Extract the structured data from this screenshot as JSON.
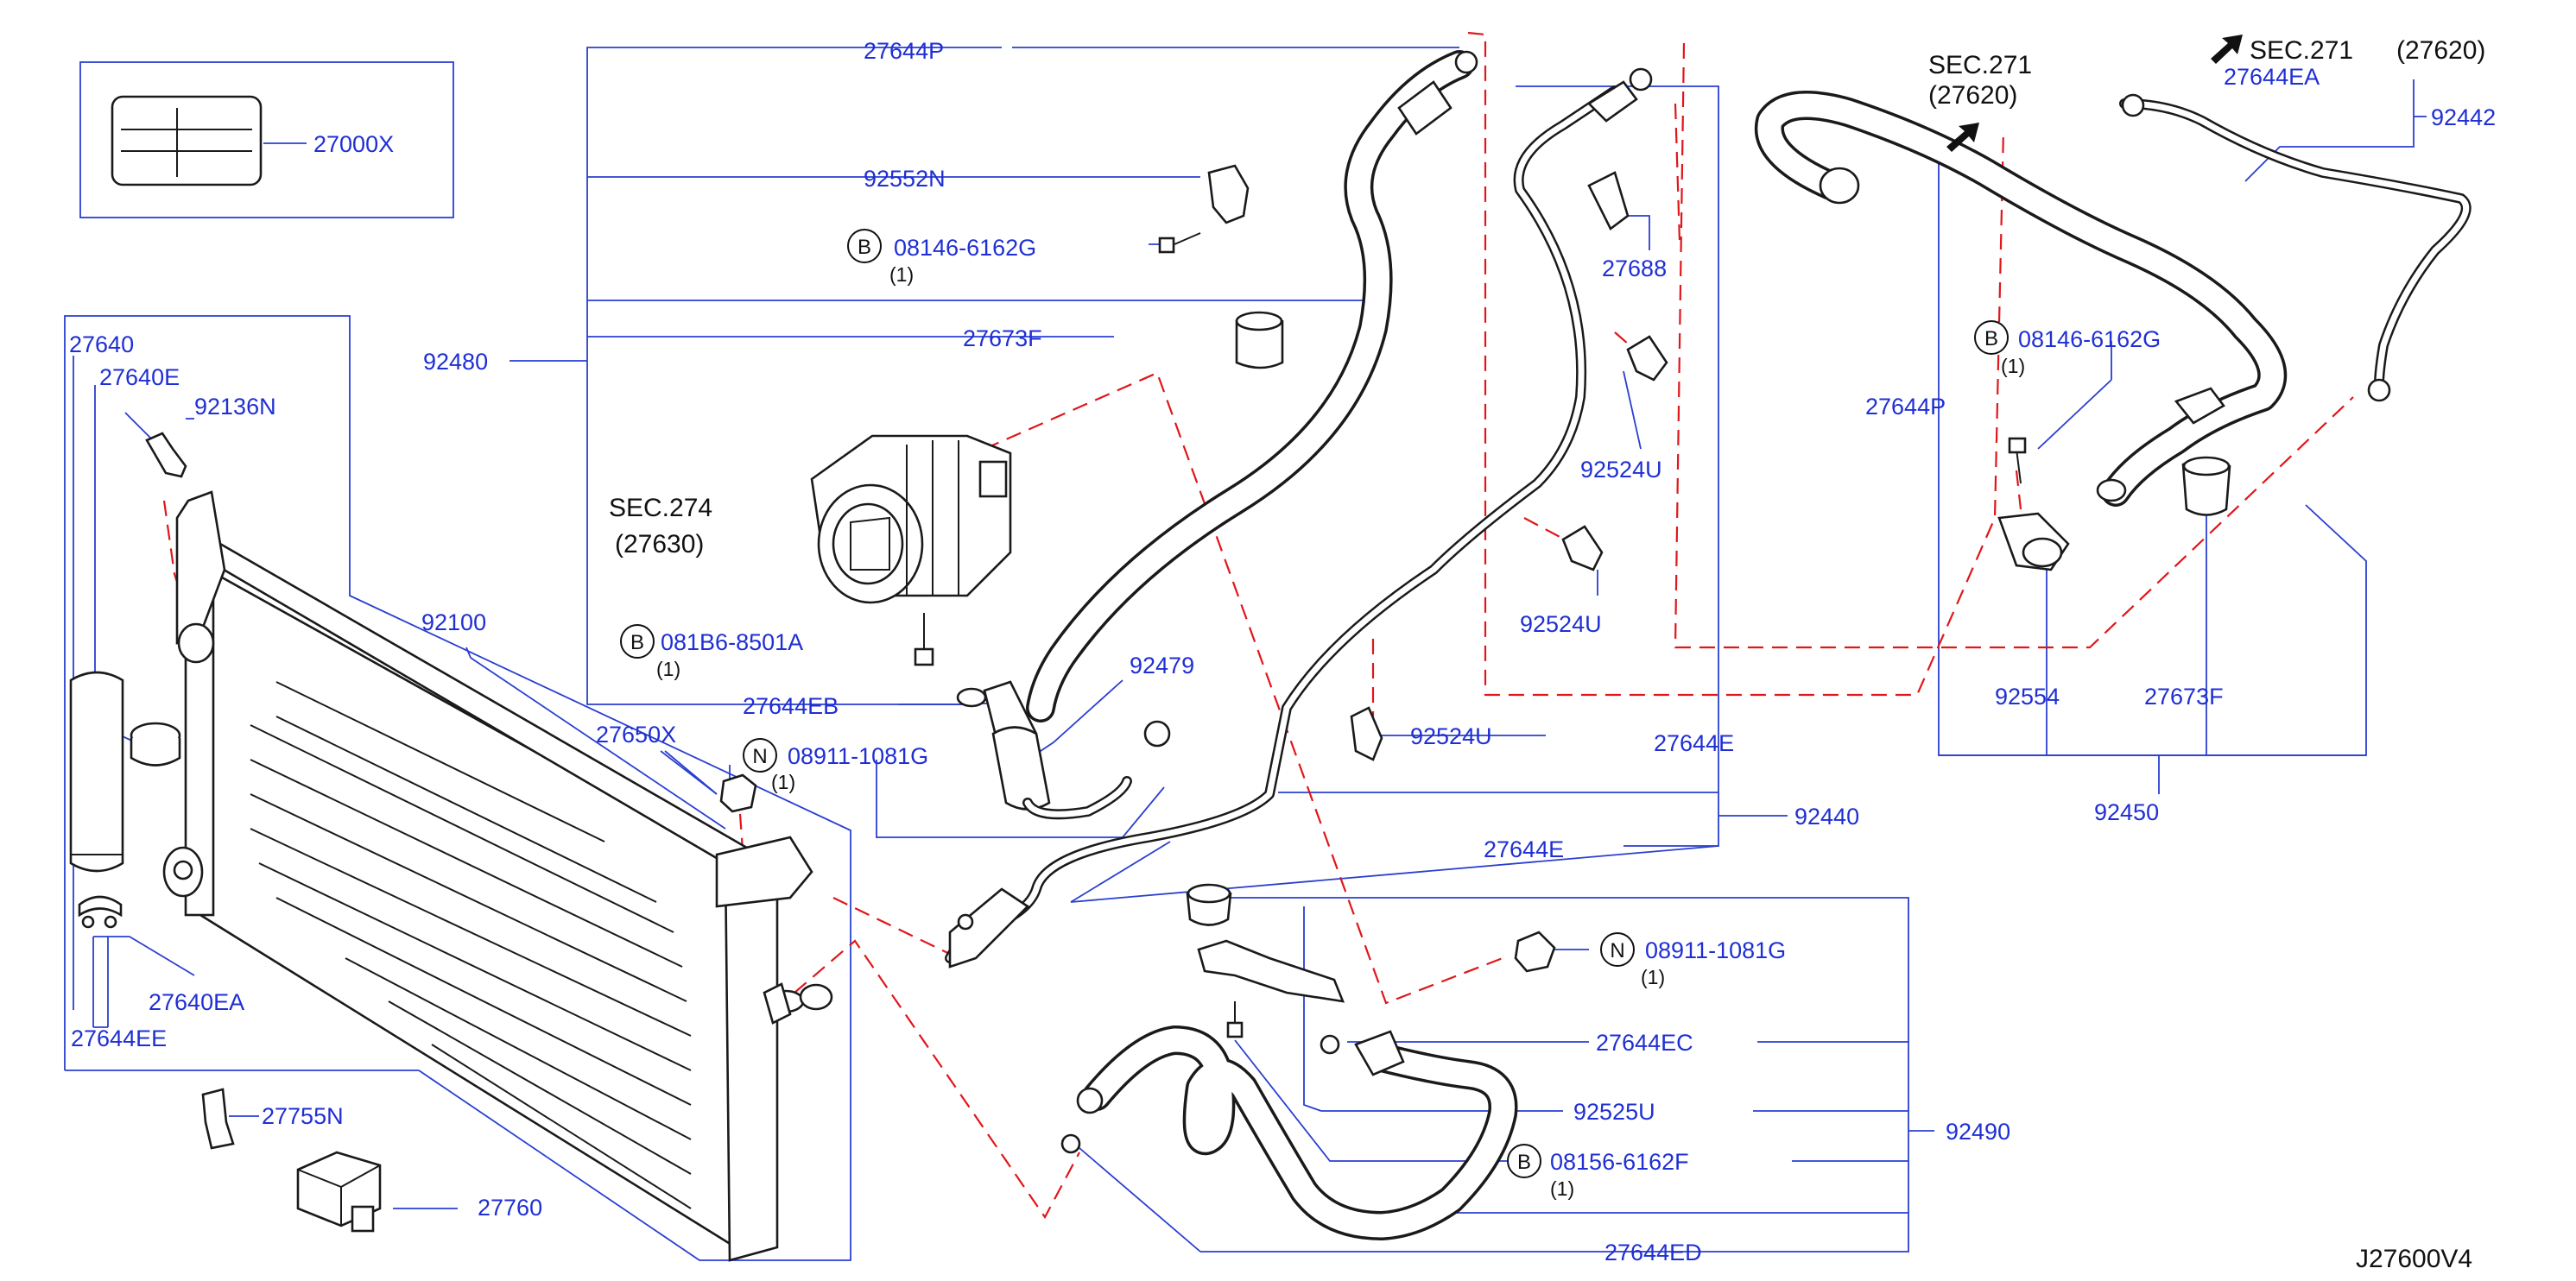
{
  "diagram_code": "J27600V4",
  "sections": {
    "compressor_ref": [
      "SEC.274",
      "(27630)"
    ],
    "sec271_a": [
      "SEC.271",
      "(27620)"
    ],
    "sec271_b": [
      "SEC.271",
      "(27620)"
    ]
  },
  "circle_markers": {
    "bolt": "B",
    "nut": "N"
  },
  "parts": [
    {
      "id": "p27000X",
      "label": "27000X"
    },
    {
      "id": "p27640",
      "label": "27640"
    },
    {
      "id": "p27640E",
      "label": "27640E"
    },
    {
      "id": "p92136N",
      "label": "92136N"
    },
    {
      "id": "p92100",
      "label": "92100"
    },
    {
      "id": "p27650X",
      "label": "27650X"
    },
    {
      "id": "p08911a",
      "label": "08911-1081G",
      "qty": "(1)"
    },
    {
      "id": "p27640EA",
      "label": "27640EA"
    },
    {
      "id": "p27644EE",
      "label": "27644EE"
    },
    {
      "id": "p27755N",
      "label": "27755N"
    },
    {
      "id": "p27760",
      "label": "27760"
    },
    {
      "id": "p27644P_top",
      "label": "27644P"
    },
    {
      "id": "p92552N",
      "label": "92552N"
    },
    {
      "id": "p08146a",
      "label": "08146-6162G",
      "qty": "(1)"
    },
    {
      "id": "p92480",
      "label": "92480"
    },
    {
      "id": "p27673F_top",
      "label": "27673F"
    },
    {
      "id": "p081B6",
      "label": "081B6-8501A",
      "qty": "(1)"
    },
    {
      "id": "p27644EB",
      "label": "27644EB"
    },
    {
      "id": "p92479",
      "label": "92479"
    },
    {
      "id": "p27688",
      "label": "27688"
    },
    {
      "id": "p92524U_a",
      "label": "92524U"
    },
    {
      "id": "p92524U_b",
      "label": "92524U"
    },
    {
      "id": "p92524U_c",
      "label": "92524U"
    },
    {
      "id": "p27644E_a",
      "label": "27644E"
    },
    {
      "id": "p92440",
      "label": "92440"
    },
    {
      "id": "p27644E_b",
      "label": "27644E"
    },
    {
      "id": "p27644EA_top",
      "label": "27644EA"
    },
    {
      "id": "p92442",
      "label": "92442"
    },
    {
      "id": "p08146b",
      "label": "08146-6162G",
      "qty": "(1)"
    },
    {
      "id": "p27644P_right",
      "label": "27644P"
    },
    {
      "id": "p92554",
      "label": "92554"
    },
    {
      "id": "p27673F_right",
      "label": "27673F"
    },
    {
      "id": "p92450",
      "label": "92450"
    },
    {
      "id": "p08911b",
      "label": "08911-1081G",
      "qty": "(1)"
    },
    {
      "id": "p27644EC",
      "label": "27644EC"
    },
    {
      "id": "p92525U",
      "label": "92525U"
    },
    {
      "id": "p92490",
      "label": "92490"
    },
    {
      "id": "p08156",
      "label": "08156-6162F",
      "qty": "(1)"
    },
    {
      "id": "p27644ED",
      "label": "27644ED"
    }
  ]
}
